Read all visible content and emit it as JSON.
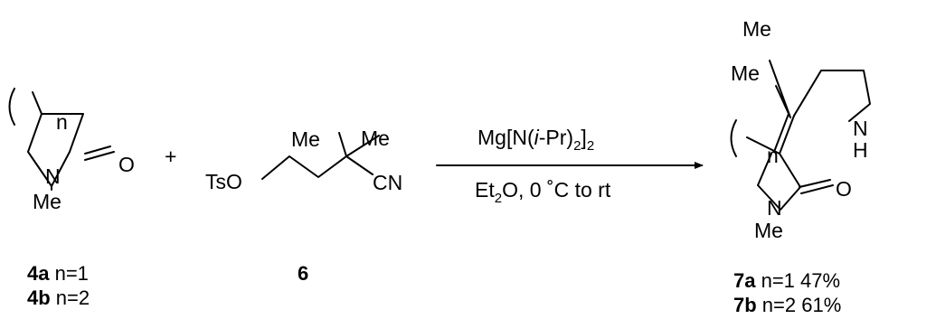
{
  "reagent": {
    "line1_prefix": "Mg[N(",
    "line1_ital": "i",
    "line1_mid": "-Pr)",
    "line1_sub1": "2",
    "line1_close": "]",
    "line1_sub2": "2",
    "line2_prefix": "Et",
    "line2_sub": "2",
    "line2_rest": "O, 0 ˚C to rt"
  },
  "plus_sign": "+",
  "lactam": {
    "n": "n",
    "N": "N",
    "O": "O",
    "Me": "Me"
  },
  "tosylate": {
    "TsO": "TsO",
    "Me1": "Me",
    "Me2": "Me",
    "CN": "CN"
  },
  "product": {
    "Me_top": "Me",
    "Me_mid": "Me",
    "NH_N": "N",
    "NH_H": "H",
    "n": "n",
    "N": "N",
    "O": "O",
    "Me": "Me"
  },
  "captions": {
    "c4a_id": "4a",
    "c4a_text": " n=1",
    "c4b_id": "4b",
    "c4b_text": " n=2",
    "c6_id": "6",
    "c7a_id": "7a",
    "c7a_text": " n=1  47%",
    "c7b_id": "7b",
    "c7b_text": " n=2  61%"
  }
}
